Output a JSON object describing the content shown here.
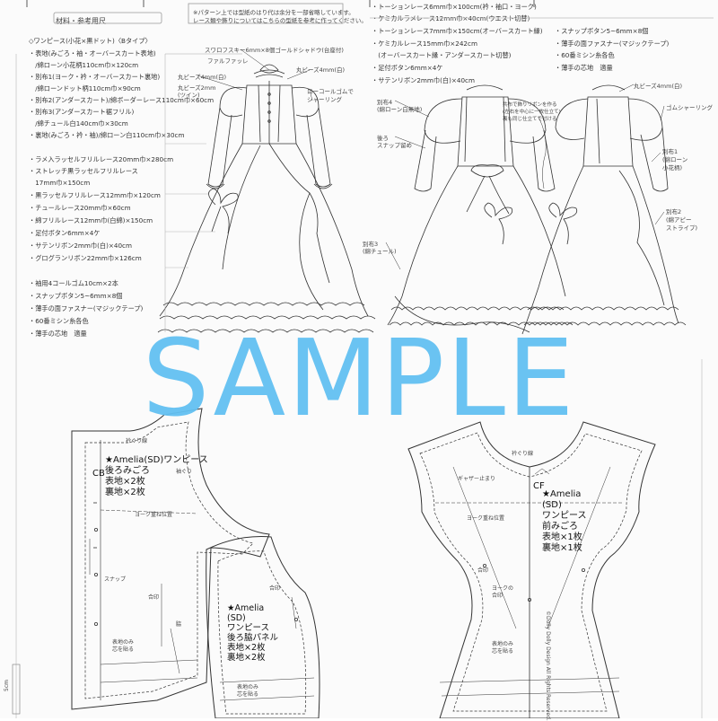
{
  "header": {
    "left_title": "材料・参考用尺",
    "top_note_1": "※パターン上では型紙のはり代は余分を一部省略しています。",
    "top_note_2": "レース類や飾りについてはこちらの型紙を参考に作ってください。"
  },
  "materials_left": [
    "◇ワンピース(小花×黒ドット)〈Bタイプ〉",
    "・表地(みごろ・袖・オーバースカート表地)",
    "　/綿ローン小花柄110cm巾×120cm",
    "・別布1(ヨーク・衿・オーバースカート裏地)",
    "　/綿ローンドット柄110cm巾×90cm",
    "・別布2(アンダースカート)/綿ボーダーレース110cm巾×60cm",
    "・別布3(アンダースカート裾フリル)",
    "　/綿チュール白140cm巾×30cm",
    "・裏地(みごろ・衿・袖)/綿ローン白110cm巾×30cm",
    "・ラメ入ラッセルフリルレース20mm巾×280cm",
    "・ストレッチ黒ラッセルフリルレース",
    "　17mm巾×150cm",
    "・黒ラッセルフリルレース12mm巾×120cm",
    "・チュールレース20mm巾×60cm",
    "・綿フリルレース12mm巾(白綿)×150cm",
    "・足付ボタン6mm×4ケ",
    "・サテンリボン2mm巾(白)×40cm",
    "・グログランリボン22mm巾×126cm",
    "・袖用4コールゴム10cm×2本",
    "・スナップボタン5~6mm×8個",
    "・薄手の面ファスナー(マジックテープ)",
    "・60番ミシン糸各色",
    "・薄手の芯地　適量"
  ],
  "materials_right_a": [
    "・トーションレース6mm巾×100cm(衿・袖口・ヨーク)",
    "・ケミカルラメレース12mm巾×40cm(ウエスト切替)",
    "・トーションレース7mm巾×150cm(オーバースカート縁)",
    "・ケミカルレース15mm巾×242cm",
    "　(オーバースカート縁・アンダースカート切替)",
    "・足付ボタン6mm×4ケ",
    "・サテンリボン2mm巾(白)×40cm"
  ],
  "materials_right_b": [
    "・スナップボタン5~6mm×8個",
    "・薄手の面ファスナー(マジックテープ)",
    "・60番ミシン糸各色",
    "・薄手の芯地　適量"
  ],
  "callouts": {
    "front": [
      "スワロフスキー6mm×8個ゴールドシャドウ(台座付)",
      "ファルファッレ",
      "丸ビーズ4mm(白)",
      "丸ビーズ2mm",
      "(ツイン)",
      "丸ビーズ4mm(白)",
      "ローコールゴムで",
      "シャーリング"
    ],
    "back": [
      "共布で飾りリボンを作る",
      "(左右を中心に一枚仕立て)",
      "裏も同じ仕立てで付ける",
      "別布4",
      "(綿ローン白無地)",
      "後ろ",
      "スナップ留め",
      "別布3",
      "(綿チュール)",
      "丸ビーズ4mm(白)",
      "ゴムシャーリング",
      "別布1",
      "(綿ローン",
      "小花柄)",
      "別布2",
      "(綿アピー",
      "ストライプ)"
    ]
  },
  "watermark": "SAMPLE",
  "patterns": {
    "back_bodice": {
      "line1": "★Amelia(SD)ワンピース",
      "line2": "後ろみごろ",
      "line3": "表地×2枚",
      "line4": "裏地×2枚",
      "marks": [
        "衿ぐり線",
        "ヨーク重ね位置",
        "スナップ",
        "合印",
        "表地のみ",
        "芯を貼る",
        "袖ぐり",
        "脇"
      ]
    },
    "back_side_panel": {
      "line1": "★Amelia",
      "line2": "(SD)",
      "line3": "ワンピース",
      "line4": "後ろ脇パネル",
      "line5": "表地×2枚",
      "line6": "裏地×2枚",
      "marks": [
        "合印",
        "表地のみ",
        "芯を貼る"
      ]
    },
    "front_bodice": {
      "line1": "★Amelia",
      "line2": "(SD)",
      "line3": "ワンピース",
      "line4": "前みごろ",
      "line5": "表地×1枚",
      "line6": "裏地×1枚",
      "marks": [
        "衿ぐり線",
        "ギャザー止まり",
        "ヨーク重ね位置",
        "合印",
        "ヨークの",
        "合印",
        "表地のみ",
        "芯を貼る"
      ]
    },
    "fold_marks": {
      "center_back": "CB",
      "center_front": "CF"
    },
    "copyright": "©Dolly Dolly Design All Rights Reserved.",
    "scale_label": "5cm"
  }
}
